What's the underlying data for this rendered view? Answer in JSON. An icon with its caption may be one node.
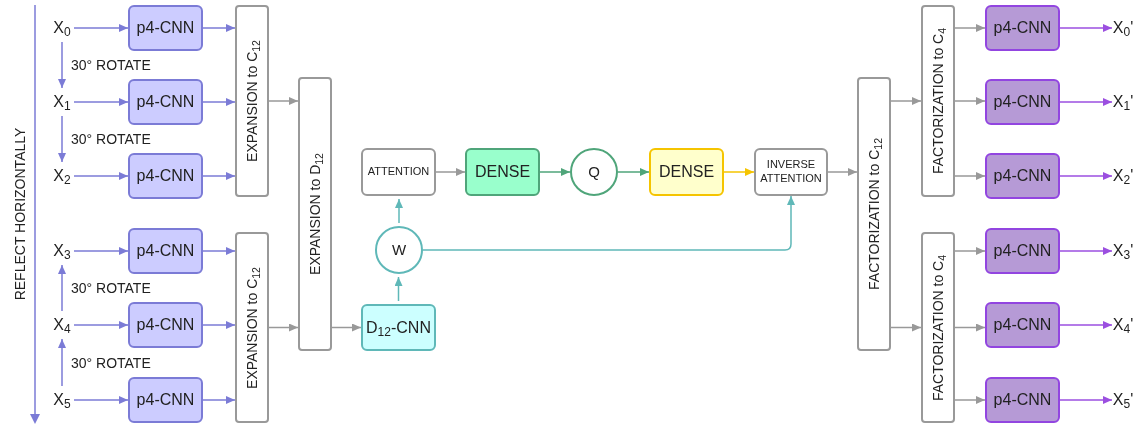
{
  "diagram": {
    "nodes": [
      {
        "text": [
          "X$_{0}$"
        ]
      },
      {
        "text": [
          "X$_{1}$"
        ]
      },
      {
        "text": [
          "X$_{2}$"
        ]
      },
      {
        "text": [
          "X$_{3}$"
        ]
      },
      {
        "text": [
          "X$_{4}$"
        ]
      },
      {
        "text": [
          "X$_{5}$"
        ]
      },
      {
        "text": [
          "p4-CNN"
        ]
      },
      {
        "text": [
          "p4-CNN"
        ]
      },
      {
        "text": [
          "p4-CNN"
        ]
      },
      {
        "text": [
          "p4-CNN"
        ]
      },
      {
        "text": [
          "p4-CNN"
        ]
      },
      {
        "text": [
          "p4-CNN"
        ]
      },
      {
        "text": [
          "EXPANSION to C$_{12}$"
        ]
      },
      {
        "text": [
          "EXPANSION to C$_{12}$"
        ]
      },
      {
        "text": [
          "EXPANSION to D$_{12}$"
        ]
      },
      {
        "text": [
          "D$_{12}$-CNN"
        ]
      },
      {
        "text": [
          "W"
        ]
      },
      {
        "text": [
          "ATTENTION"
        ]
      },
      {
        "text": [
          "DENSE"
        ]
      },
      {
        "text": [
          "Q"
        ]
      },
      {
        "text": [
          "DENSE"
        ]
      },
      {
        "text": [
          "INVERSE ATTENTION"
        ]
      },
      {
        "text": [
          "FACTORIZATION to C$_{12}$"
        ]
      },
      {
        "text": [
          "FACTORIZATION to C$_{4}$"
        ]
      },
      {
        "text": [
          "FACTORIZATION to C$_{4}$"
        ]
      },
      {
        "text": [
          "p4-CNN"
        ]
      },
      {
        "text": [
          "p4-CNN"
        ]
      },
      {
        "text": [
          "p4-CNN"
        ]
      },
      {
        "text": [
          "p4-CNN"
        ]
      },
      {
        "text": [
          "p4-CNN"
        ]
      },
      {
        "text": [
          "p4-CNN"
        ]
      },
      {
        "text": [
          "X$_{0}$'"
        ]
      },
      {
        "text": [
          "X$_{1}$'"
        ]
      },
      {
        "text": [
          "X$_{2}$'"
        ]
      },
      {
        "text": [
          "X$_{3}$'"
        ]
      },
      {
        "text": [
          "X$_{4}$'"
        ]
      },
      {
        "text": [
          "X$_{5}$'"
        ]
      }
    ],
    "edges": [
      {
        "from": 0,
        "to": 6,
        "arrow": "to",
        "color": "#7b7bd6"
      },
      {
        "from": 1,
        "to": 7,
        "arrow": "to",
        "color": "#7b7bd6"
      },
      {
        "from": 2,
        "to": 8,
        "arrow": "to",
        "color": "#7b7bd6"
      },
      {
        "from": 3,
        "to": 9,
        "arrow": "to",
        "color": "#7b7bd6"
      },
      {
        "from": 4,
        "to": 10,
        "arrow": "to",
        "color": "#7b7bd6"
      },
      {
        "from": 5,
        "to": 11,
        "arrow": "to",
        "color": "#7b7bd6"
      },
      {
        "from": 0,
        "to": 1,
        "arrow": "to",
        "label": "30° ROTATE",
        "color": "#7b7bd6"
      },
      {
        "from": 1,
        "to": 2,
        "arrow": "to",
        "label": "30° ROTATE",
        "color": "#7b7bd6"
      },
      {
        "from": 4,
        "to": 3,
        "arrow": "to",
        "label": "30° ROTATE",
        "color": "#7b7bd6"
      },
      {
        "from": 5,
        "to": 4,
        "arrow": "to",
        "label": "30° ROTATE",
        "color": "#7b7bd6"
      },
      {
        "from": 6,
        "to": 12,
        "arrow": "to",
        "color": "#7b7bd6"
      },
      {
        "from": 7,
        "to": 12,
        "arrow": "to",
        "color": "#7b7bd6"
      },
      {
        "from": 8,
        "to": 12,
        "arrow": "to",
        "color": "#7b7bd6"
      },
      {
        "from": 9,
        "to": 13,
        "arrow": "to",
        "color": "#7b7bd6"
      },
      {
        "from": 10,
        "to": 13,
        "arrow": "to",
        "color": "#7b7bd6"
      },
      {
        "from": 11,
        "to": 13,
        "arrow": "to",
        "color": "#7b7bd6"
      },
      {
        "from": 12,
        "to": 14,
        "arrow": "to"
      },
      {
        "from": 13,
        "to": 14,
        "arrow": "to"
      },
      {
        "from": 14,
        "to": 15,
        "arrow": "to"
      },
      {
        "from": 15,
        "to": 16,
        "arrow": "to",
        "color": "#5fb8b8"
      },
      {
        "from": 16,
        "to": 17,
        "arrow": "to",
        "color": "#5fb8b8"
      },
      {
        "from": 16,
        "to": 21,
        "arrow": "to",
        "color": "#5fb8b8"
      },
      {
        "from": 17,
        "to": 18,
        "arrow": "to"
      },
      {
        "from": 18,
        "to": 19,
        "arrow": "to",
        "color": "#4fa57a"
      },
      {
        "from": 19,
        "to": 20,
        "arrow": "to",
        "color": "#4fa57a"
      },
      {
        "from": 20,
        "to": 21,
        "arrow": "to",
        "color": "#f5c400"
      },
      {
        "from": 21,
        "to": 22,
        "arrow": "to"
      },
      {
        "from": 22,
        "to": 23,
        "arrow": "to"
      },
      {
        "from": 22,
        "to": 24,
        "arrow": "to"
      },
      {
        "from": 23,
        "to": 25,
        "arrow": "to"
      },
      {
        "from": 23,
        "to": 26,
        "arrow": "to"
      },
      {
        "from": 23,
        "to": 27,
        "arrow": "to"
      },
      {
        "from": 24,
        "to": 28,
        "arrow": "to"
      },
      {
        "from": 24,
        "to": 29,
        "arrow": "to"
      },
      {
        "from": 24,
        "to": 30,
        "arrow": "to"
      },
      {
        "from": 25,
        "to": 31,
        "arrow": "to",
        "color": "#9b4fe0"
      },
      {
        "from": 26,
        "to": 32,
        "arrow": "to",
        "color": "#9b4fe0"
      },
      {
        "from": 27,
        "to": 33,
        "arrow": "to",
        "color": "#9b4fe0"
      },
      {
        "from": 28,
        "to": 34,
        "arrow": "to",
        "color": "#9b4fe0"
      },
      {
        "from": 29,
        "to": 35,
        "arrow": "to",
        "color": "#9b4fe0"
      },
      {
        "from": 30,
        "to": 36,
        "arrow": "to",
        "color": "#9b4fe0"
      }
    ],
    "labels": [
      "REFLECT HORIZONTALLY"
    ]
  }
}
